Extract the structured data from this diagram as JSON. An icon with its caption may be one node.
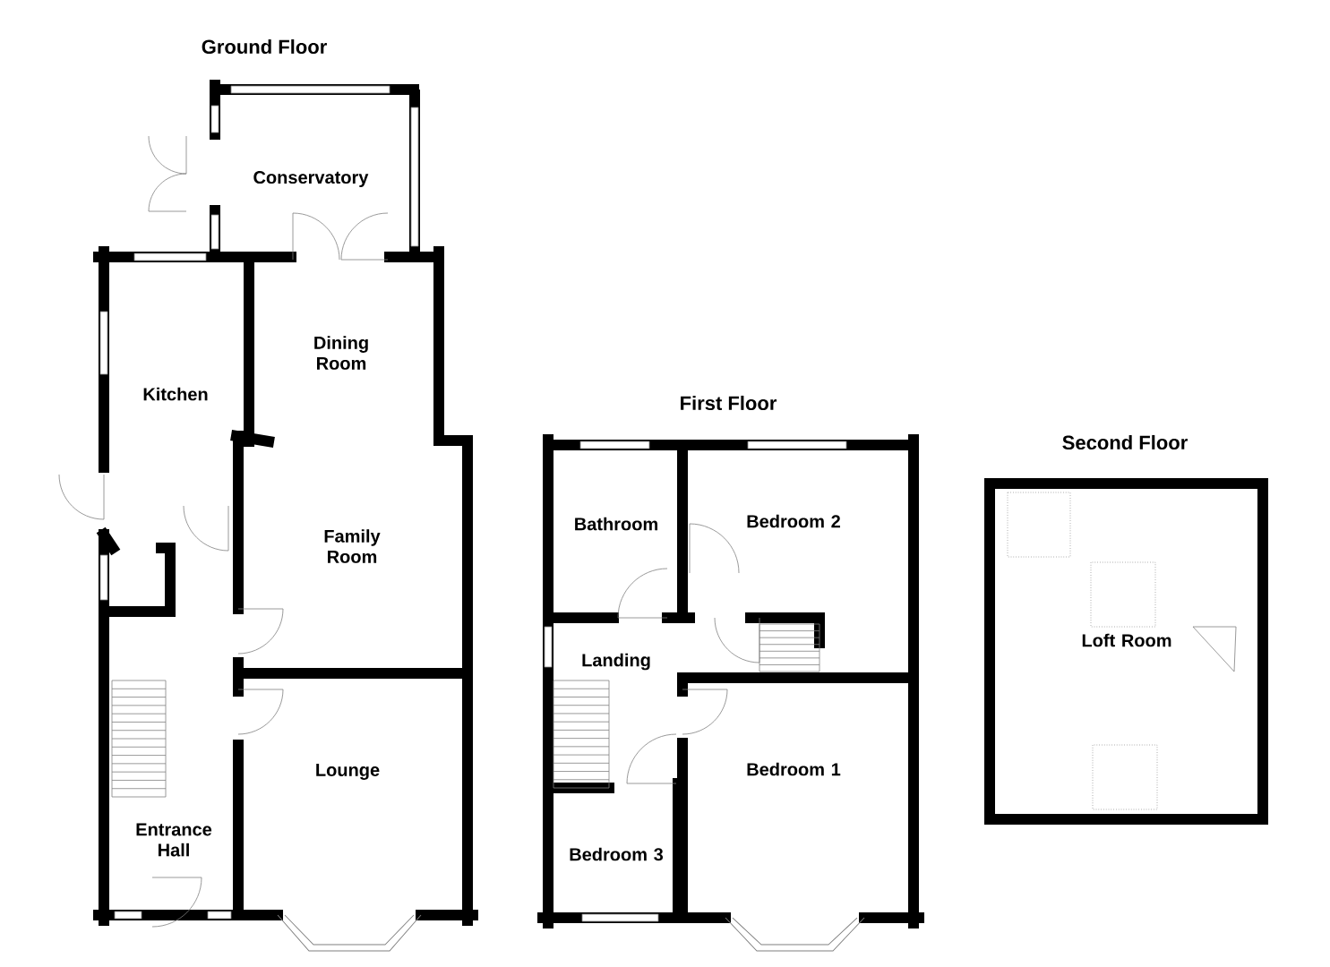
{
  "diagram": {
    "labels": [
      "Ground Floor",
      "Conservatory",
      "Dining Room",
      "Kitchen",
      "Family Room",
      "Lounge",
      "Entrance Hall",
      "First Floor",
      "Bathroom",
      "Bedroom 2",
      "Landing",
      "Bedroom 1",
      "Bedroom 3",
      "Second Floor",
      "Loft Room"
    ]
  }
}
